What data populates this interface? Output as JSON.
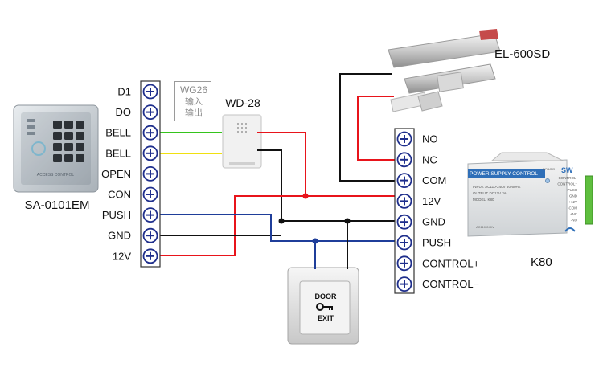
{
  "left_terminal": {
    "labels": [
      "D1",
      "DO",
      "BELL",
      "BELL",
      "OPEN",
      "CON",
      "PUSH",
      "GND",
      "12V"
    ]
  },
  "right_terminal": {
    "labels": [
      "NO",
      "NC",
      "COM",
      "12V",
      "GND",
      "PUSH",
      "CONTROL+",
      "CONTROL−"
    ]
  },
  "wg26_note": {
    "line1": "WG26",
    "line2": "输入",
    "line3": "输出"
  },
  "devices": {
    "keypad": {
      "name": "SA-0101EM",
      "caption": "ACCESS CONTROL"
    },
    "bell": {
      "name": "WD-28"
    },
    "lock": {
      "name": "EL-600SD"
    },
    "power": {
      "name": "K80",
      "title": "POWER SUPPLY CONTROL",
      "input": "INPUT: AC110-240V 50-60HZ",
      "output": "OUTPUT: DC12V 3A",
      "model": "MODEL: K80",
      "side_labels": [
        "CONTROL-",
        "CONTROL+",
        "PUSH",
        "GND",
        "+12V",
        "-COM",
        "+NC",
        "-NO"
      ],
      "power_label": "POWER",
      "ac_label": "AC110-240V",
      "brand": "SW"
    },
    "exit_button": {
      "line1": "DOOR",
      "line2": "EXIT"
    }
  },
  "wire_colors": {
    "red": "#e8141b",
    "black": "#111111",
    "blue": "#1f3e9a",
    "green": "#35c41c",
    "yellow": "#f0e010",
    "terminal_blue": "#1e2e8c"
  }
}
